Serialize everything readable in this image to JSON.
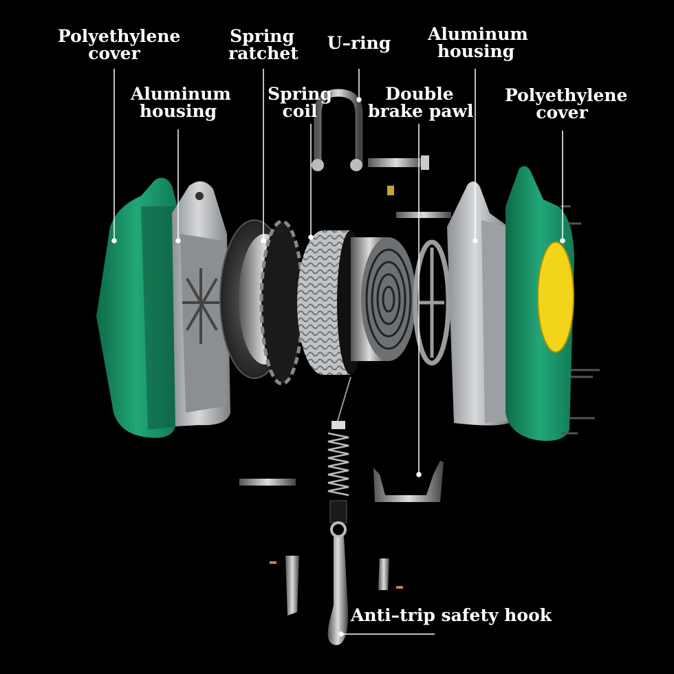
{
  "labels": {
    "poly_cover_left": {
      "line1": "Polyethylene",
      "line2": "cover"
    },
    "alu_housing_left": {
      "line1": "Aluminum",
      "line2": "housing"
    },
    "spring_ratchet": {
      "line1": "Spring",
      "line2": "ratchet"
    },
    "spring_coil": {
      "line1": "Spring",
      "line2": "coil"
    },
    "u_ring": {
      "line1": "U–ring"
    },
    "double_brake_pawl": {
      "line1": "Double",
      "line2": "brake pawl"
    },
    "alu_housing_right": {
      "line1": "Aluminum",
      "line2": "housing"
    },
    "poly_cover_right": {
      "line1": "Polyethylene",
      "line2": "cover"
    },
    "anti_trip_hook": {
      "line1": "Anti–trip safety hook"
    }
  },
  "colors": {
    "background": "#000000",
    "cover_green": "#1f9a6e",
    "aluminum": "#b9bcbf",
    "label_plate": "#f2d41a",
    "leader_line": "#ffffff"
  }
}
